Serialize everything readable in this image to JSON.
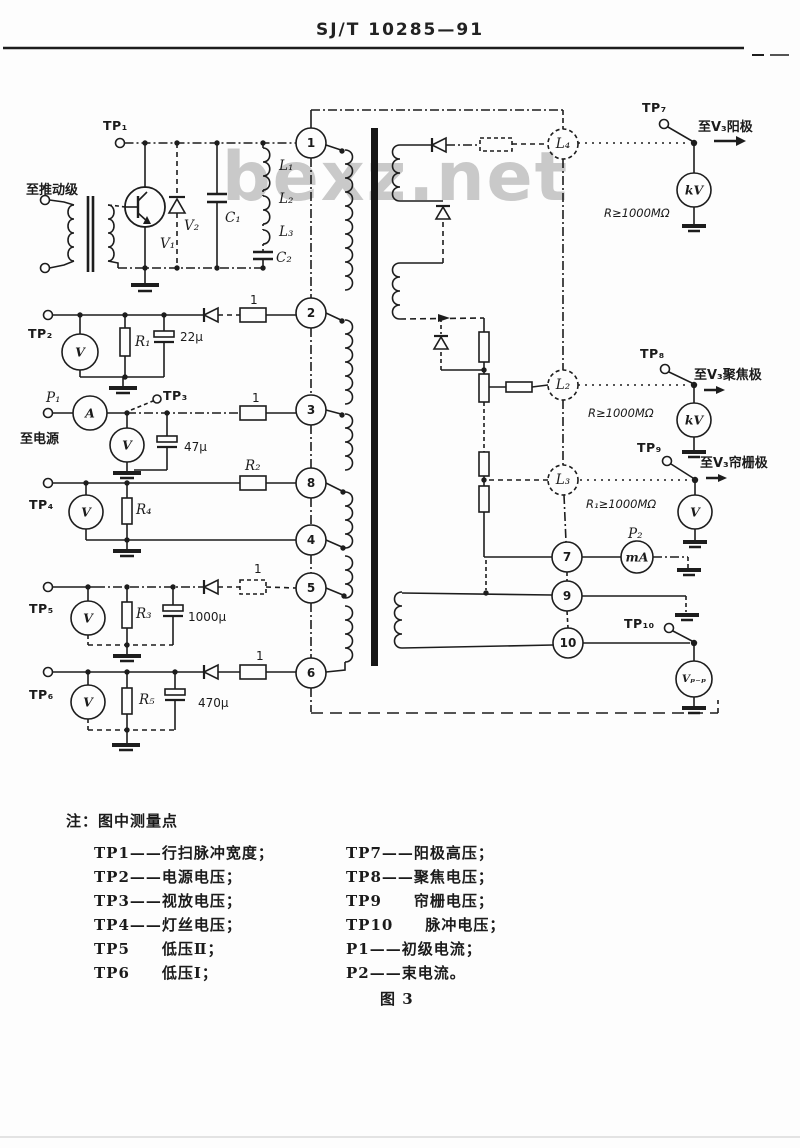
{
  "header": {
    "standard_no": "SJ/T 10285—91"
  },
  "watermark": {
    "text": "bexz.net"
  },
  "circuit": {
    "terminals": {
      "tp1": "TP₁",
      "tp2": "TP₂",
      "tp3": "TP₃",
      "tp4": "TP₄",
      "tp5": "TP₅",
      "tp6": "TP₆",
      "tp7": "TP₇",
      "tp8": "TP₈",
      "tp9": "TP₉",
      "tp10": "TP₁₀"
    },
    "meters": {
      "voltmeter": "V",
      "ammeter": "A",
      "kilovoltmeter": "kV",
      "milliammeter": "mA",
      "vpp": "Vₚ₋ₚ"
    },
    "components": {
      "v1": "V₁",
      "v2": "V₂",
      "c1": "C₁",
      "c2": "C₂",
      "l1": "L₁",
      "l2": "L₂",
      "l3": "L₃",
      "l4": "L₄",
      "l2_sec": "L₂",
      "l3_sec": "L₃",
      "r1": "R₁",
      "r2": "R₂",
      "r3": "R₃",
      "r4": "R₄",
      "r5": "R₅",
      "p1": "P₁",
      "p2": "P₂",
      "c22": "22μ",
      "c47": "47μ",
      "c1000": "1000μ",
      "c470": "470μ",
      "series_r": "1"
    },
    "pins": {
      "n1": "1",
      "n2": "2",
      "n3": "3",
      "n4": "4",
      "n5": "5",
      "n6": "6",
      "n7": "7",
      "n8": "8",
      "n9": "9",
      "n10": "10"
    },
    "annotations": {
      "to_driver": "至推动级",
      "to_power": "至电源",
      "to_anode": "至V₃阳极",
      "to_focus": "至V₃聚焦极",
      "to_screen": "至V₃帘栅极",
      "r_min_anode": "R≥1000MΩ",
      "r_min_focus": "R≥1000MΩ",
      "r_min_screen": "R₁≥1000MΩ"
    }
  },
  "notes": {
    "title": "注：图中测量点",
    "left": [
      "TP1——行扫脉冲宽度；",
      "TP2——电源电压；",
      "TP3——视放电压；",
      "TP4——灯丝电压；",
      "TP5　　低压Ⅱ；",
      "TP6　　低压Ⅰ；"
    ],
    "right": [
      "TP7——阳极高压；",
      "TP8——聚焦电压；",
      "TP9　　帘栅电压；",
      "TP10　　脉冲电压；",
      "P1——初级电流；",
      "P2——束电流。"
    ],
    "caption": "图 3"
  }
}
